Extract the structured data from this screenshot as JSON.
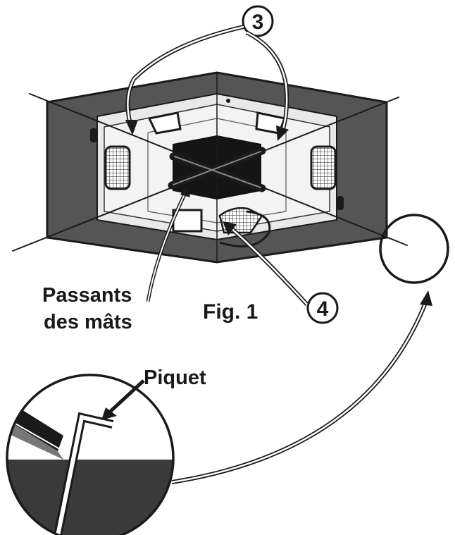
{
  "labels": {
    "callout_pole": "3",
    "callout_door": "4",
    "sleeves_line1": "Passants",
    "sleeves_line2": "des mâts",
    "figure_caption": "Fig. 1",
    "stake": "Piquet"
  },
  "colors": {
    "ink": "#1a1a1a",
    "fly_dark": "#555555",
    "floor_light": "#f2f2f2",
    "wall_mid": "#e6e6e6",
    "ground_dark": "#3a3a3a"
  }
}
